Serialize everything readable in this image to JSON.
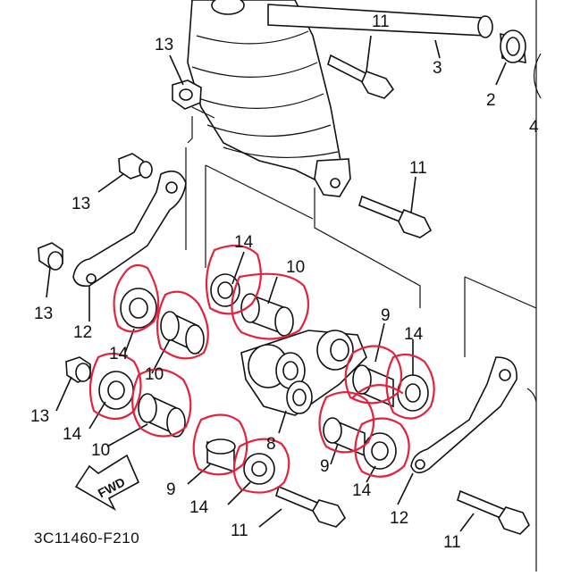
{
  "diagram": {
    "part_labels": {
      "p11a": "11",
      "p3": "3",
      "p2": "2",
      "p4": "4",
      "p13a": "13",
      "p11b": "11",
      "p13b": "13",
      "p13c": "13",
      "p14a": "14",
      "p10a": "10",
      "p12a": "12",
      "p14b": "14",
      "p10b": "10",
      "p9a": "9",
      "p14c": "14",
      "p13d": "13",
      "p14d": "14",
      "p10c": "10",
      "p9b": "9",
      "p8": "8",
      "p14e": "14",
      "p11c": "11",
      "p9c": "9",
      "p14f": "14",
      "p12b": "12",
      "p11d": "11"
    },
    "fwd_label": "FWD",
    "drawing_code": "3C11460-F210",
    "colors": {
      "ink": "#111111",
      "highlight": "#e0243f",
      "background": "#ffffff"
    }
  }
}
